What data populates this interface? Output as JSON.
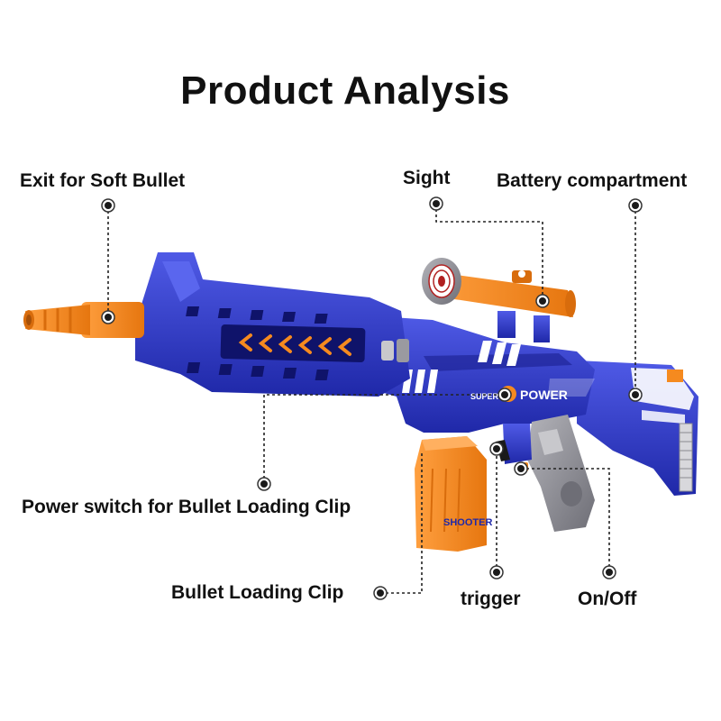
{
  "title": "Product Analysis",
  "labels": {
    "exit": "Exit for Soft Bullet",
    "sight": "Sight",
    "battery": "Battery compartment",
    "power_switch": "Power switch for Bullet Loading Clip",
    "clip": "Bullet Loading Clip",
    "trigger": "trigger",
    "onoff": "On/Off"
  },
  "gun_marks": {
    "power_text": "POWER",
    "super_text": "SUPER",
    "clip_text": "SHOOTER"
  },
  "colors": {
    "body_blue": "#2b35c8",
    "body_blue_dark": "#1a1f8f",
    "body_blue_light": "#4f5ae6",
    "orange": "#f58a1f",
    "orange_dark": "#d86c0c",
    "grey": "#8a8a90",
    "white": "#ffffff"
  }
}
